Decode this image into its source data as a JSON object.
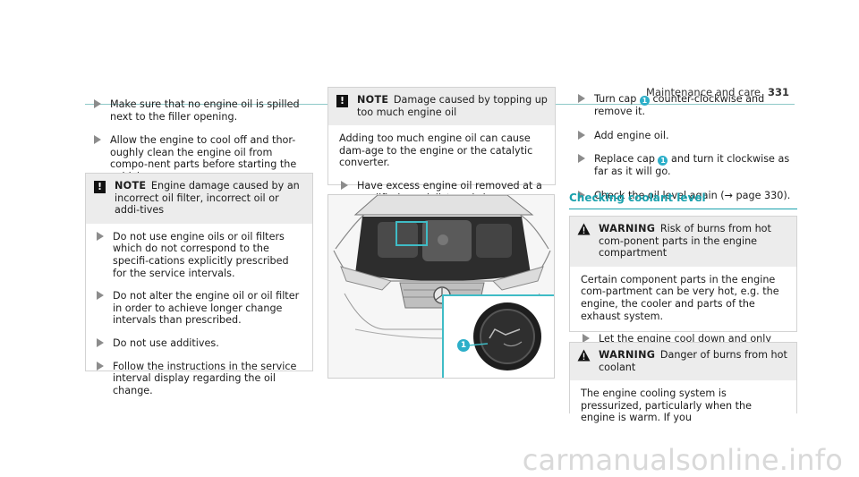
{
  "header": {
    "section": "Maintenance and care",
    "page_number": "331"
  },
  "col1": {
    "bullets": [
      "Make sure that no engine oil is spilled next to the filler opening.",
      "Allow the engine to cool off and thor-oughly clean the engine oil from compo-nent parts before starting the vehicle."
    ],
    "note_box": {
      "icon": "!",
      "label": "NOTE",
      "title": "Engine damage caused by an incorrect oil filter, incorrect oil or addi-tives",
      "bullets": [
        "Do not use engine oils or oil filters which do not correspond to the specifi-cations explicitly prescribed for the service intervals.",
        "Do not alter the engine oil or oil filter in order to achieve longer change intervals than prescribed.",
        "Do not use additives.",
        "Follow the instructions in the service interval display regarding the oil change."
      ]
    }
  },
  "col2": {
    "note_box": {
      "icon": "!",
      "label": "NOTE",
      "title": "Damage caused by topping up too much engine oil",
      "text": "Adding too much engine oil can cause dam-age to the engine or the catalytic converter.",
      "bullets": [
        "Have excess engine oil removed at a qualified specialist workshop."
      ]
    },
    "figure": {
      "callout": "1",
      "accent": "#3fbcc6"
    }
  },
  "col3": {
    "bullets": [
      {
        "before": "Turn cap",
        "cap": "1",
        "after": "counter-clockwise and remove it."
      },
      {
        "before": "Add engine oil.",
        "cap": "",
        "after": ""
      },
      {
        "before": "Replace cap",
        "cap": "1",
        "after": "and turn it clockwise as far as it will go."
      },
      {
        "before": "Check the oil level again (→ page 330).",
        "cap": "",
        "after": ""
      }
    ],
    "section_title": "Checking coolant level",
    "warning1": {
      "label": "WARNING",
      "title": "Risk of burns from hot com-ponent parts in the engine compartment",
      "text": "Certain component parts in the engine com-partment can be very hot, e.g. the engine, the cooler and parts of the exhaust system.",
      "bullets": [
        "Let the engine cool down and only touch the component parts described as follows."
      ]
    },
    "warning2": {
      "label": "WARNING",
      "title": "Danger of burns from hot coolant",
      "text": "The engine cooling system is pressurized, particularly when the engine is warm. If you"
    }
  },
  "watermark": "carmanualsonline.info"
}
